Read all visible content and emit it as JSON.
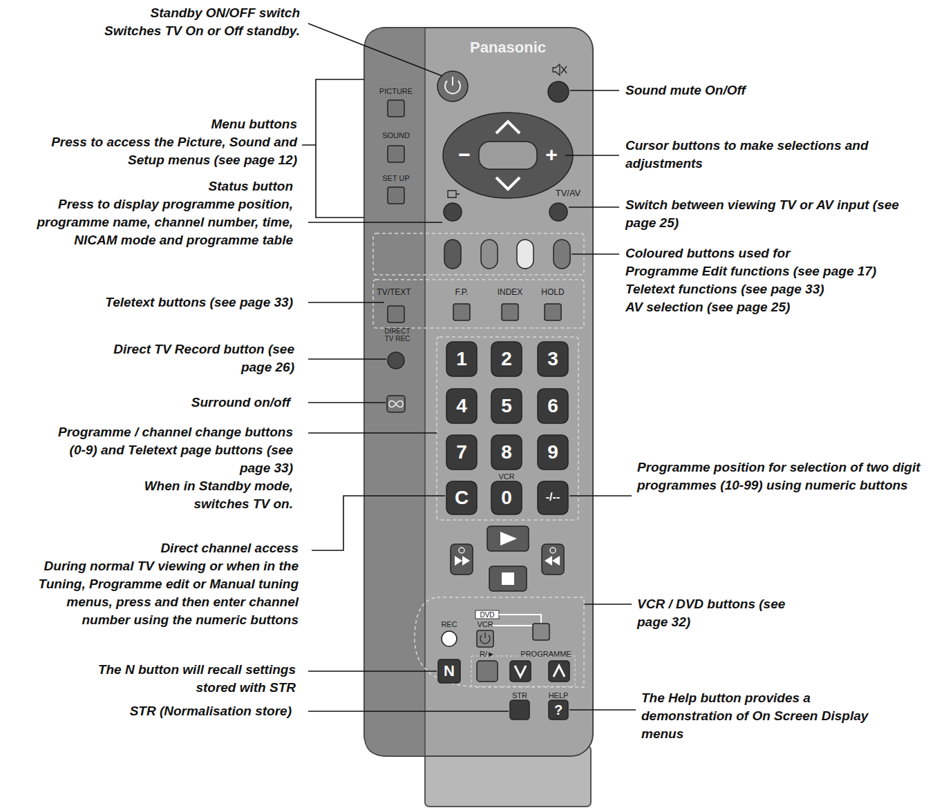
{
  "diagram": {
    "labels": [
      "Standby ON/OFF switch",
      "Switches TV On or Off standby.",
      "Menu buttons",
      "Press to access the Picture, Sound and Setup menus (see page 12)",
      "Status button",
      "Press to display programme position, programme name, channel number, time, NICAM mode and programme table",
      "Teletext buttons (see page 33)",
      "Direct TV Record button (see page 26)",
      "Surround on/off",
      "Programme / channel change buttons (0-9) and Teletext page buttons (see page 33)",
      "When in Standby mode, switches TV on.",
      "Direct channel access",
      "During normal TV viewing or when in the Tuning, Programme edit or Manual tuning menus, press and then enter channel number using the numeric buttons",
      "The N button will recall settings stored with STR",
      "STR (Normalisation store)",
      "Sound mute On/Off",
      "Cursor buttons to make selections and adjustments",
      "Switch between viewing TV or AV input (see page 25)",
      "Coloured buttons used for",
      "Programme Edit functions (see page 17)",
      "Teletext functions (see page 33)",
      "AV selection (see page 25)",
      "Programme position for selection of two digit programmes (10-99) using numeric buttons",
      "VCR / DVD buttons (see page 32)",
      "The Help button provides a demonstration of On Screen Display menus",
      "Panasonic",
      "PICTURE",
      "SOUND",
      "SET UP",
      "TV/AV",
      "−",
      "+",
      "TV/TEXT",
      "F.P.",
      "INDEX",
      "HOLD",
      "DIRECT TV REC",
      "1",
      "2",
      "3",
      "4",
      "5",
      "6",
      "7",
      "8",
      "9",
      "VCR",
      "C",
      "0",
      "-/--",
      "DVD",
      "REC",
      "VCR",
      "R/►",
      "PROGRAMME",
      "N",
      "STR",
      "HELP",
      "?"
    ]
  }
}
